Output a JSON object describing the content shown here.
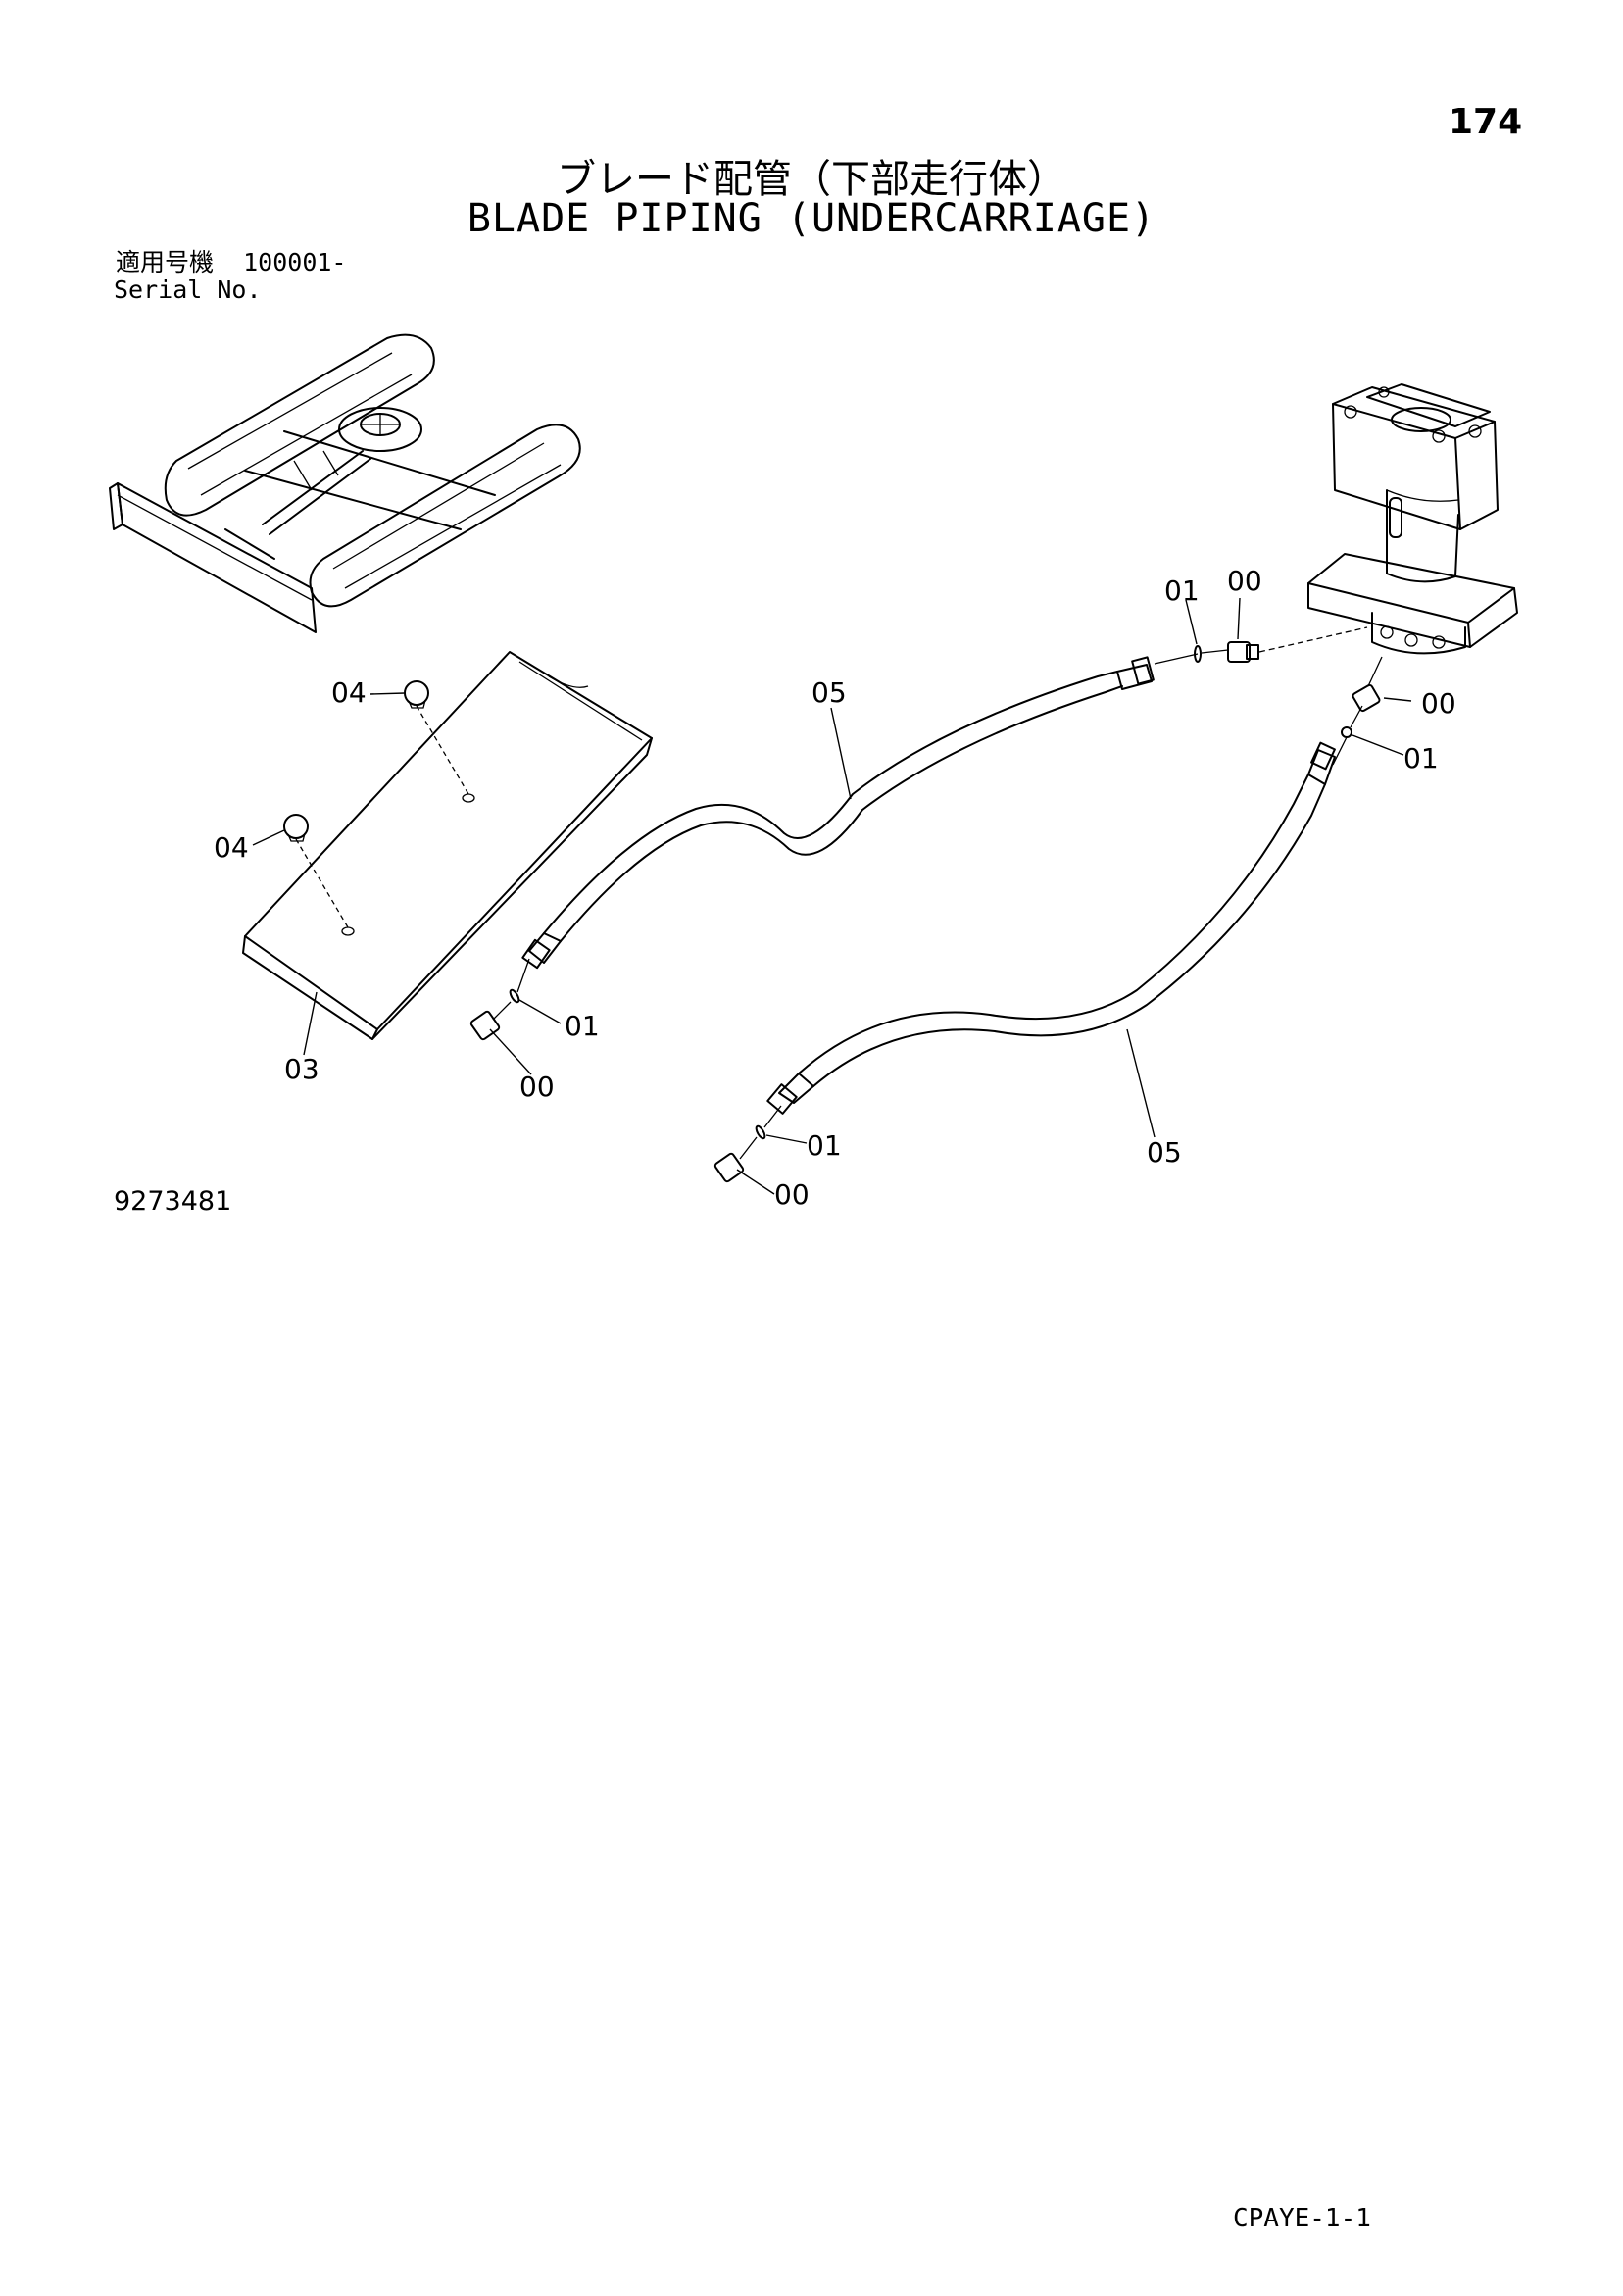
{
  "page_number": "174",
  "title_jp": "ブレード配管（下部走行体）",
  "title_en": "BLADE PIPING (UNDERCARRIAGE)",
  "serial": {
    "label_jp": "適用号機",
    "value": "100001-",
    "label_en": "Serial No."
  },
  "callouts": [
    {
      "id": "c1",
      "text": "01"
    },
    {
      "id": "c2",
      "text": "00"
    },
    {
      "id": "c3",
      "text": "00"
    },
    {
      "id": "c4",
      "text": "01"
    },
    {
      "id": "c5",
      "text": "05"
    },
    {
      "id": "c6",
      "text": "04"
    },
    {
      "id": "c7",
      "text": "04"
    },
    {
      "id": "c8",
      "text": "01"
    },
    {
      "id": "c9",
      "text": "03"
    },
    {
      "id": "c10",
      "text": "00"
    },
    {
      "id": "c11",
      "text": "01"
    },
    {
      "id": "c12",
      "text": "05"
    },
    {
      "id": "c13",
      "text": "00"
    }
  ],
  "drawing_number": "9273481",
  "page_code": "CPAYE-1-1"
}
